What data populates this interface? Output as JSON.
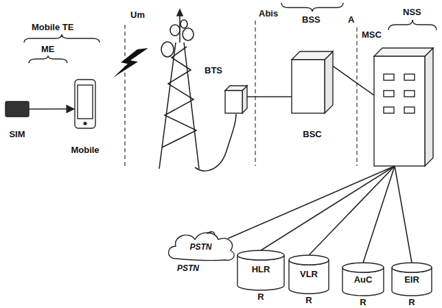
{
  "diagram": {
    "nodes": [
      {
        "text": [
          "SIM"
        ]
      },
      {
        "text": [
          "Mobile"
        ]
      },
      {
        "text": [
          "BTS"
        ]
      },
      {
        "text": [
          "BSC"
        ]
      },
      {
        "text": [
          "MSC"
        ]
      },
      {
        "text": [
          "PSTN",
          "PSTN"
        ]
      },
      {
        "text": [
          "HLR",
          "R"
        ]
      },
      {
        "text": [
          "VLR",
          "R"
        ]
      },
      {
        "text": [
          "AuC",
          "R"
        ]
      },
      {
        "text": [
          "EIR",
          "R"
        ]
      }
    ],
    "edges": [
      {
        "from": 0,
        "to": 1,
        "arrow": "to"
      },
      {
        "from": 2,
        "to": 3,
        "arrow": "none"
      },
      {
        "from": 3,
        "to": 4,
        "arrow": "none"
      },
      {
        "from": 4,
        "to": 5,
        "arrow": "none"
      },
      {
        "from": 4,
        "to": 6,
        "arrow": "none"
      },
      {
        "from": 4,
        "to": 7,
        "arrow": "none"
      },
      {
        "from": 4,
        "to": 8,
        "arrow": "none"
      },
      {
        "from": 4,
        "to": 9,
        "arrow": "none"
      }
    ],
    "labels": [
      "Mobile TE",
      "ME",
      "Um",
      "Abis",
      "BSS",
      "A",
      "NSS"
    ]
  }
}
